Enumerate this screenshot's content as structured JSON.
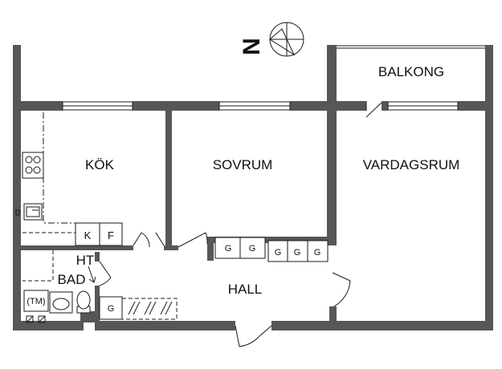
{
  "compass": {
    "letter": "N"
  },
  "rooms": {
    "kok": "KÖK",
    "sovrum": "SOVRUM",
    "vardagsrum": "VARDAGSRUM",
    "balkong": "BALKONG",
    "hall": "HALL",
    "bad": "BAD"
  },
  "fixtures": {
    "k": "K",
    "f": "F",
    "ht": "HT",
    "tm": "(TM)",
    "g": "G"
  },
  "colors": {
    "wall": "#555759",
    "line": "#1a1a1a"
  }
}
